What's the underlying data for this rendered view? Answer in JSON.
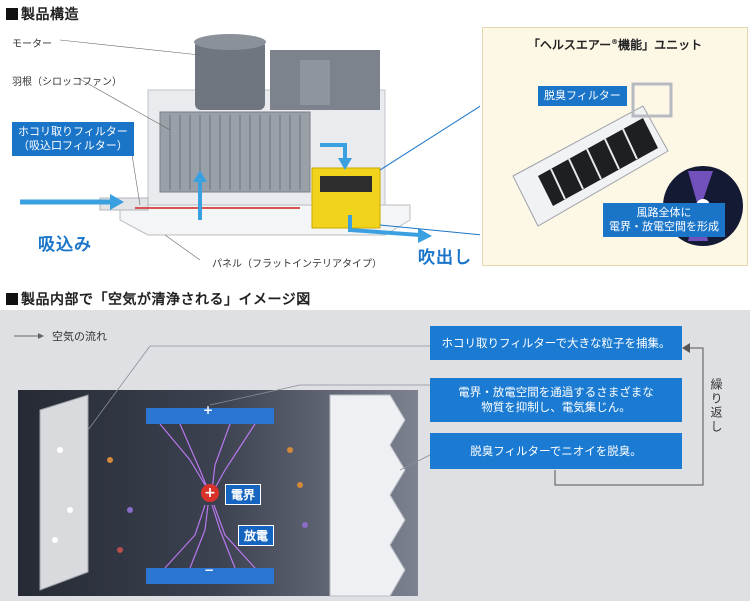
{
  "section1": {
    "title": "製品構造",
    "label_motor": "モーター",
    "label_fan": "羽根（シロッコファン）",
    "label_filter": "ホコリ取りフィルター\n（吸込口フィルター）",
    "label_intake": "吸込み",
    "label_outlet": "吹出し",
    "label_panel": "パネル（フラットインテリアタイプ）"
  },
  "unit": {
    "title_pre": "「ヘルスエアー",
    "title_reg": "®",
    "title_post": "機能」ユニット",
    "deodor_label": "脱臭フィルター",
    "field_label": "風路全体に\n電界・放電空間を形成"
  },
  "section2": {
    "title": "製品内部で「空気が清浄される」イメージ図",
    "legend_label": "空気の流れ",
    "box1": "ホコリ取りフィルターで大きな粒子を捕集。",
    "box2": "電界・放電空間を通過するさまざまな\n物質を抑制し、電気集じん。",
    "box3": "脱臭フィルターでニオイを脱臭。",
    "repeat_label": "繰り返し",
    "plus_sign": "+",
    "minus_sign": "−",
    "field_tag": "電界",
    "discharge_tag": "放電"
  },
  "colors": {
    "accent_blue": "#1a75c9",
    "box_blue": "#1b7bd3",
    "dark_bg": "#2c3340",
    "light_bg": "#dfe0e4",
    "spark": "#c77dff",
    "yellow_unit": "#f2d31b"
  }
}
